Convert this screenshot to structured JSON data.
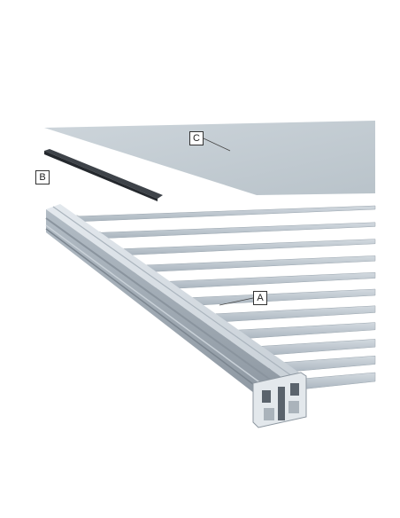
{
  "diagram": {
    "callouts": {
      "a": "A",
      "b": "B",
      "c": "C"
    },
    "colors": {
      "panel": "#c4cdd3",
      "strip": "#3e4349",
      "rail_light": "#d6dde3",
      "rail_mid": "#aeb8c1",
      "rail_dark": "#7e8892",
      "crossbar": "#b8c3cc",
      "slot": "#5a636c"
    },
    "crossbar_count": 11
  }
}
